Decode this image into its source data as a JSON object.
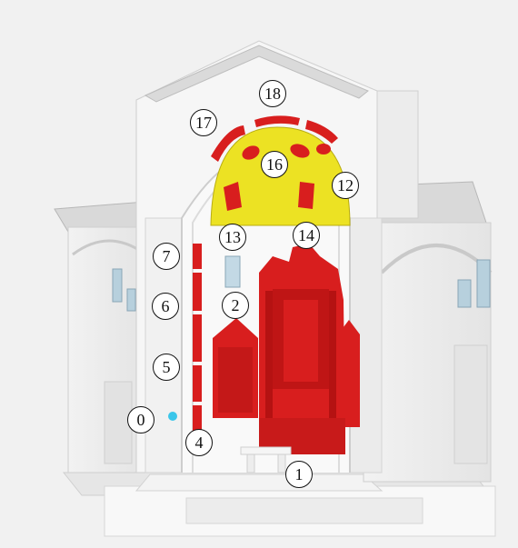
{
  "colors": {
    "highlight_red": "#d81e1e",
    "highlight_yellow": "#ece223",
    "viewpoint": "#3bc6ea"
  },
  "markers": [
    {
      "id": "marker-0",
      "label": "0"
    },
    {
      "id": "marker-1",
      "label": "1"
    },
    {
      "id": "marker-2",
      "label": "2"
    },
    {
      "id": "marker-4",
      "label": "4"
    },
    {
      "id": "marker-5",
      "label": "5"
    },
    {
      "id": "marker-6",
      "label": "6"
    },
    {
      "id": "marker-7",
      "label": "7"
    },
    {
      "id": "marker-12",
      "label": "12"
    },
    {
      "id": "marker-13",
      "label": "13"
    },
    {
      "id": "marker-14",
      "label": "14"
    },
    {
      "id": "marker-16",
      "label": "16"
    },
    {
      "id": "marker-17",
      "label": "17"
    },
    {
      "id": "marker-18",
      "label": "18"
    }
  ]
}
